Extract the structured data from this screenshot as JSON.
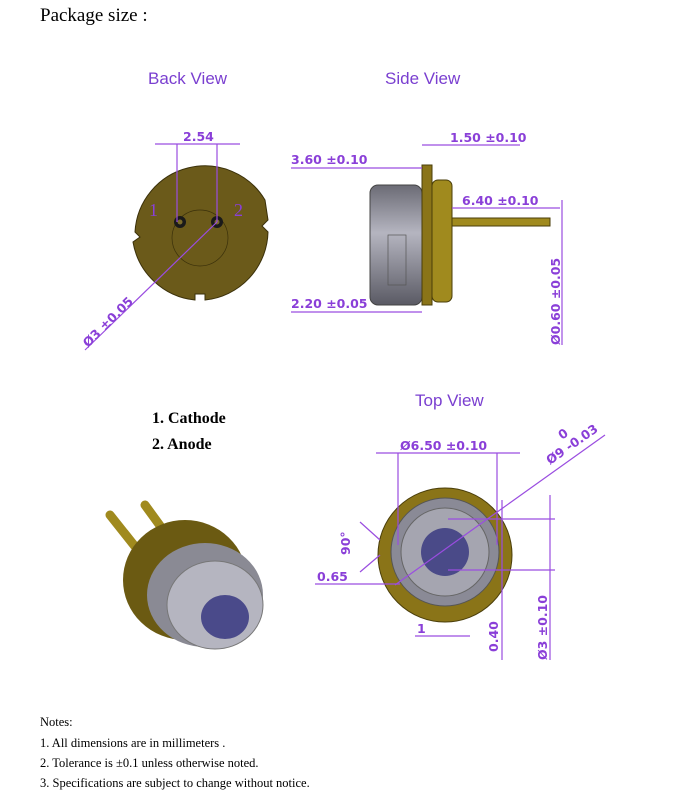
{
  "title": "Package size :",
  "views": {
    "back": "Back View",
    "side": "Side View",
    "top": "Top View"
  },
  "pins": {
    "pin1_number": "1",
    "pin2_number": "2",
    "items": [
      "1. Cathode",
      "2. Anode"
    ]
  },
  "dimensions": {
    "pin_pitch": "2.54",
    "back_diameter": "Ø3 ±0.05",
    "side_body_length": "3.60 ±0.10",
    "side_flange": "1.50 ±0.10",
    "side_lead_length": "6.40 ±0.10",
    "side_base": "2.20 ±0.05",
    "lead_diameter": "Ø0.60 ±0.05",
    "top_cap_diameter": "Ø6.50 ±0.10",
    "top_flange_tol_upper": "0",
    "top_flange_diameter": "Ø9 -0.03",
    "notch_angle": "90°",
    "notch_depth": "0.65",
    "key_width": "1",
    "key_depth": "0.40",
    "window_diameter": "Ø3 ±0.10"
  },
  "notes": {
    "heading": "Notes:",
    "items": [
      "1. All dimensions are in millimeters .",
      "2.  Tolerance is  ±0.1 unless otherwise noted.",
      "3.  Specifications are subject to change without notice."
    ]
  },
  "colors": {
    "dimension": "#8a3fd8",
    "gold": "#6b5a1e",
    "body": "#8a8a96"
  }
}
